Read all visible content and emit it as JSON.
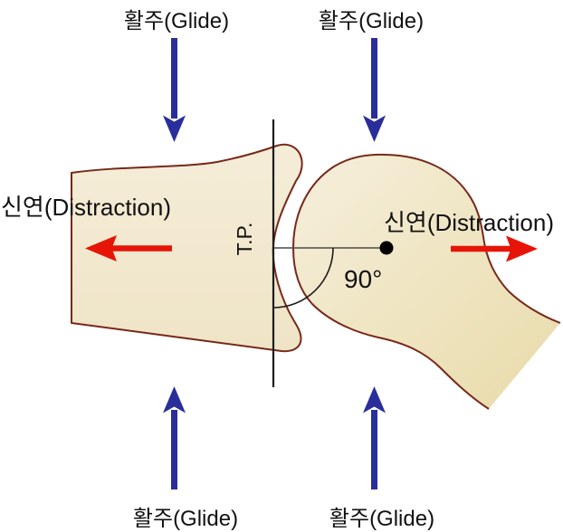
{
  "labels": {
    "glide_top_left": "활주(Glide)",
    "glide_top_right": "활주(Glide)",
    "glide_bottom_left": "활주(Glide)",
    "glide_bottom_right": "활주(Glide)",
    "distraction_left": "신연(Distraction)",
    "distraction_right": "신연(Distraction)",
    "treatment_plane": "T.P.",
    "angle": "90°"
  },
  "colors": {
    "glide_arrow_blue": "#2a2e9b",
    "distraction_arrow_red": "#e61508",
    "bone_outline": "#77291a",
    "left_bone_fill_light": "#f5edd8",
    "left_bone_fill_dark": "#efe4c6",
    "right_bone_fill_light": "#f6efdc",
    "right_bone_fill_dark": "#e8dba9",
    "plane_line": "#1c1c1c",
    "axis_line": "#4a4a4a",
    "dot": "#000000",
    "text": "#111111"
  }
}
